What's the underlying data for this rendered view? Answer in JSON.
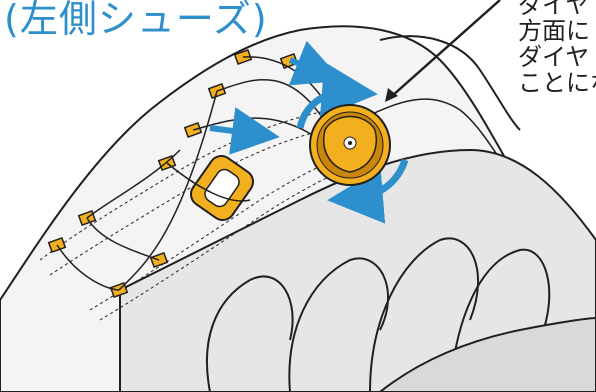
{
  "title": "(左側シューズ)",
  "note_lines": [
    "ダイヤ",
    "方面に",
    "ダイヤ",
    "ことにな"
  ],
  "colors": {
    "arrow_blue": "#2d8fcb",
    "dial_gold": "#f2b01e",
    "dial_gold_dark": "#c9860a",
    "outline": "#231f20",
    "shoe_gray": "#e8e8e8",
    "shoe_light": "#f6f6f6"
  },
  "icons": {
    "dial_center": "reel-dial-logo",
    "pointer": "pointer-arrow"
  }
}
